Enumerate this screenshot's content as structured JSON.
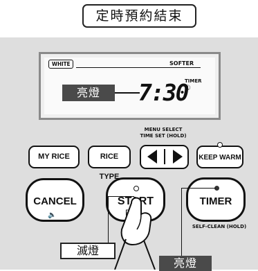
{
  "title": "定時預約結束",
  "display": {
    "mode_left": "WHITE",
    "mode_right": "SOFTER",
    "lit_label": "亮燈",
    "time": "7:30",
    "timer_indicator": "TIMER",
    "timer_number": "①"
  },
  "controls": {
    "menu_select_label": "MENU SELECT",
    "time_set_label": "TIME SET (HOLD)",
    "my_rice": "MY RICE",
    "rice_type": "RICE TYPE",
    "keep_warm": "KEEP WARM",
    "cancel": "CANCEL",
    "start": "START",
    "start_partial": "R",
    "timer": "TIMER",
    "self_clean": "SELF-CLEAN (HOLD)"
  },
  "callouts": {
    "off": "滅燈",
    "on": "亮燈"
  }
}
